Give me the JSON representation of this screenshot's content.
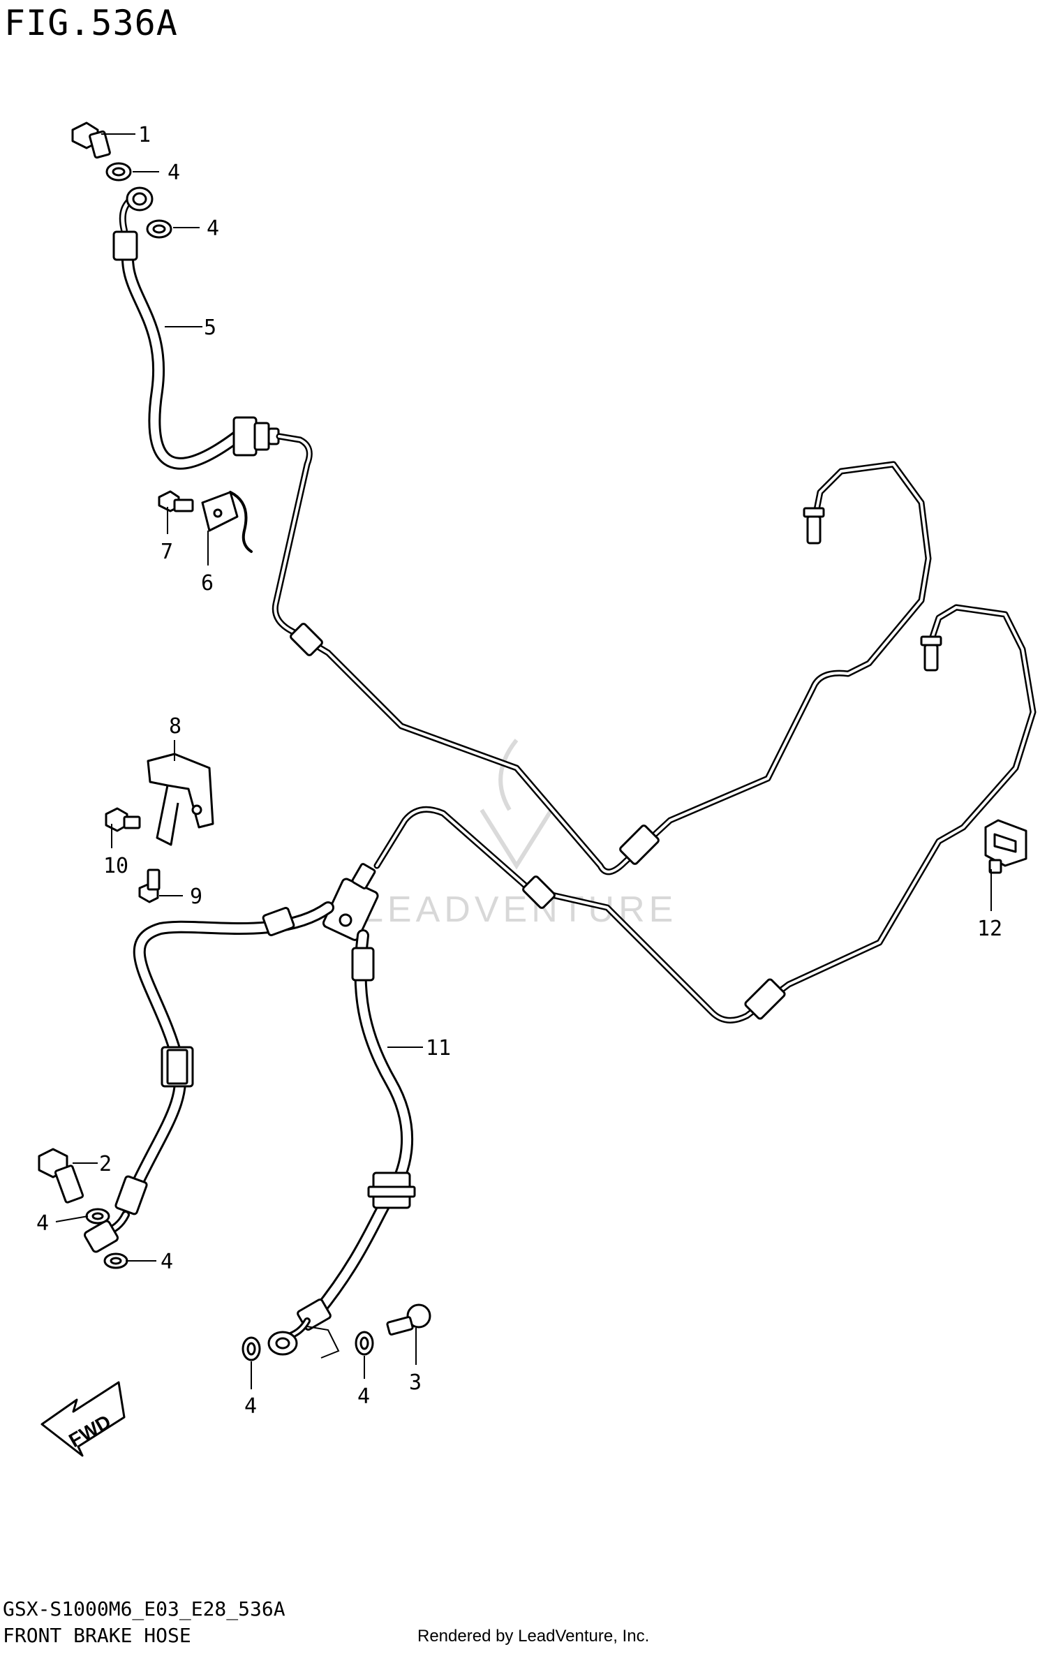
{
  "figure": {
    "title": "FIG.536A",
    "code": "GSX-S1000M6_E03_E28_536A",
    "name": "FRONT BRAKE HOSE",
    "credit": "Rendered by LeadVenture, Inc.",
    "watermark": "LEADVENTURE",
    "direction_badge": "FWD"
  },
  "callouts": [
    "1",
    "4",
    "4",
    "5",
    "7",
    "6",
    "8",
    "10",
    "9",
    "11",
    "2",
    "4",
    "4",
    "4",
    "4",
    "3",
    "12"
  ]
}
